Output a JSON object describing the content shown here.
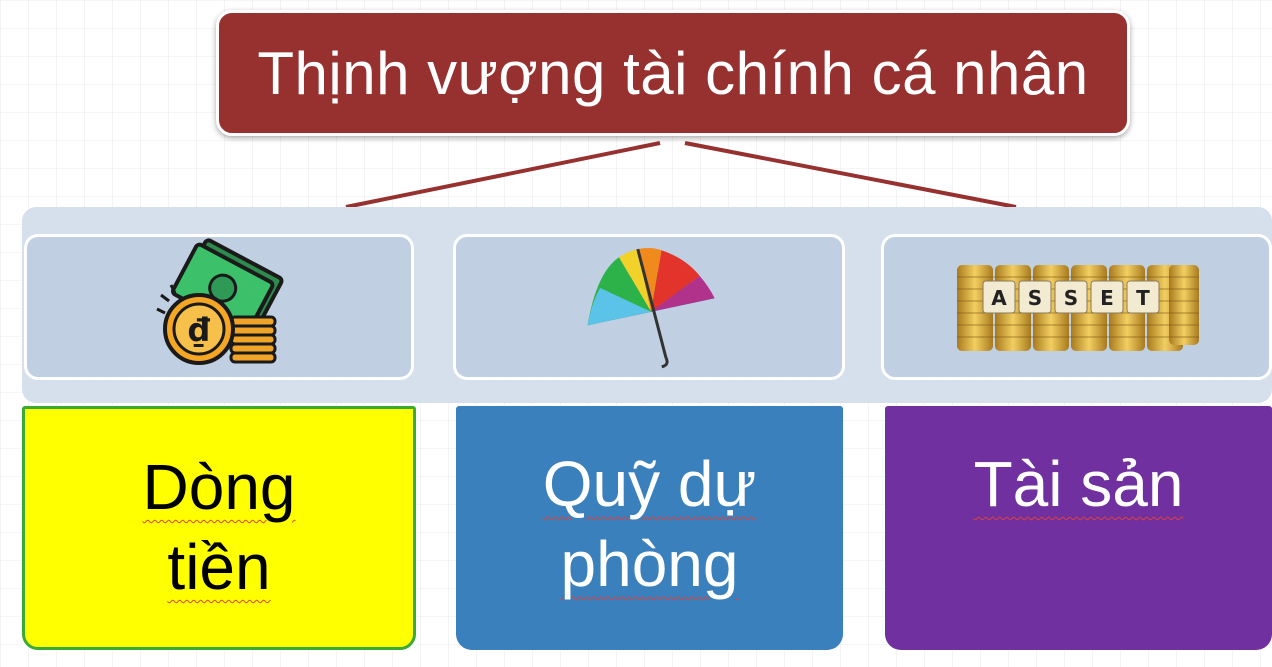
{
  "title": "Thịnh vượng tài chính cá nhân",
  "colors": {
    "title_bg": "#96312f",
    "band_bg": "#d6e0ec",
    "icon_box_bg": "#c0d0e2",
    "card_1_bg": "#ffff00",
    "card_1_border": "#3aaa35",
    "card_2_bg": "#3a80bd",
    "card_3_bg": "#7030a0"
  },
  "branches": [
    {
      "icon": "money-coins-icon",
      "label_lines": [
        "Dòng",
        "tiền"
      ]
    },
    {
      "icon": "umbrella-icon",
      "label_lines": [
        "Quỹ dự",
        "phòng"
      ]
    },
    {
      "icon": "asset-coins-icon",
      "label_lines": [
        "Tài sản"
      ],
      "icon_letters": [
        "A",
        "S",
        "S",
        "E",
        "T"
      ]
    }
  ]
}
